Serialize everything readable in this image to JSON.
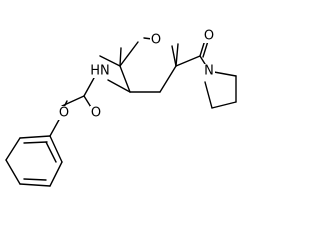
{
  "structure": {
    "atom_labels": {
      "ring_oxygen": "O",
      "carbonyl_oxygen_amide": "O",
      "amide_nitrogen": "N",
      "carbamate_nh": "HN",
      "carbonyl_oxygen_carbamate": "O",
      "ester_oxygen": "O"
    }
  }
}
